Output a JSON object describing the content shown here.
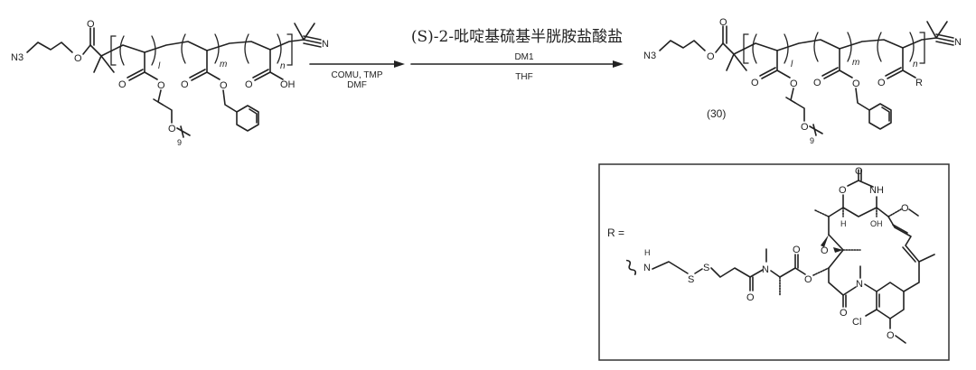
{
  "reactant": {
    "azide": "N3",
    "carbonyl_o": "O",
    "ester_o": "O",
    "unit_l": {
      "subscript": "l",
      "o_double": "O",
      "o_ester": "O",
      "peg_o": "O",
      "peg_repeat": "9"
    },
    "unit_m": {
      "subscript": "m",
      "o_double": "O",
      "o_ester": "O"
    },
    "unit_n": {
      "subscript": "n",
      "o_double": "O",
      "acid": "OH"
    },
    "nitrile_n": "N"
  },
  "step1": {
    "reagents": "COMU, TMP",
    "solvent": "DMF"
  },
  "step2": {
    "reagent_top": "(S)-2-吡啶基硫基半胱胺盐酸盐",
    "reagent_mid": "DM1",
    "solvent": "THF"
  },
  "product": {
    "azide": "N3",
    "carbonyl_o": "O",
    "ester_o": "O",
    "unit_l": {
      "subscript": "l",
      "o_double": "O",
      "o_ester": "O",
      "peg_o": "O",
      "peg_repeat": "9"
    },
    "unit_m": {
      "subscript": "m",
      "o_double": "O",
      "o_ester": "O"
    },
    "unit_n": {
      "subscript": "n",
      "o_double": "O",
      "r_group": "R"
    },
    "nitrile_n": "N",
    "compound_number": "(30)"
  },
  "r_group_box": {
    "label": "R =",
    "nh_h": "H",
    "nh_n": "N",
    "s1": "S",
    "s2": "S",
    "amide_o": "O",
    "n_methyl": "N",
    "ester_o_double": "O",
    "ester_o": "O",
    "epoxide_o": "O",
    "carbamate_o_top": "O",
    "carbamate_o_ring": "O",
    "carbamate_nh": "NH",
    "h_label": "H",
    "oh_label": "OH",
    "methoxy_o": "O",
    "ar_n": "N",
    "lactam_o": "O",
    "cl": "Cl",
    "ar_methoxy_o": "O"
  }
}
